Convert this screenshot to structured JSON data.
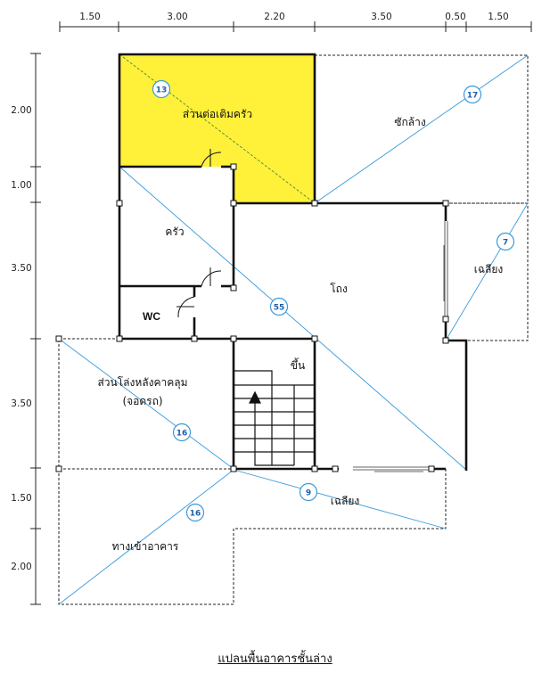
{
  "dimensions": {
    "top": [
      "1.50",
      "3.00",
      "2.20",
      "3.50",
      "0.50",
      "1.50"
    ],
    "left": [
      "2.00",
      "1.00",
      "3.50",
      "3.50",
      "1.50",
      "2.00"
    ]
  },
  "rooms": {
    "extension": "ส่วนต่อเติมครัว",
    "laundry": "ซักล้าง",
    "kitchen": "ครัว",
    "hall": "โถง",
    "terrace_right": "เฉลียง",
    "wc": "WC",
    "carport_line1": "ส่วนโล่งหลังคาคลุม",
    "carport_line2": "(จอดรถ)",
    "stair_up": "ขึ้น",
    "terrace_bottom": "เฉลียง",
    "entrance": "ทางเข้าอาคาร"
  },
  "areas": {
    "extension": "13",
    "laundry": "17",
    "terrace_right": "7",
    "hall": "55",
    "carport": "16",
    "terrace_bottom": "9",
    "entrance": "16"
  },
  "caption": "แปลนพื้นอาคารชั้นล่าง",
  "colors": {
    "highlight": "#fff03a",
    "area_line": "#3a9ad9",
    "badge_text": "#1f5fa8",
    "wall": "#111111"
  }
}
